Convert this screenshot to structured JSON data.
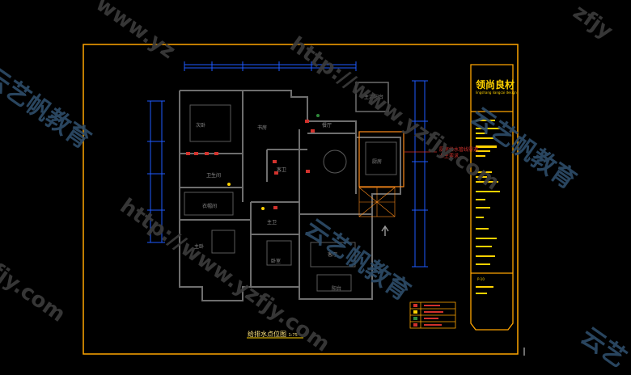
{
  "drawing": {
    "title_block": {
      "brand": "领尚良材",
      "brand_sub": "lingshang liangcai design"
    },
    "plan_title": "给排水点位图",
    "plan_scale": "1:75",
    "annotation_red": [
      "厨房给水管线需遵",
      "业主要求"
    ],
    "room_labels": [
      "次卧",
      "书房",
      "卫生间",
      "客厅",
      "厨房",
      "餐厅",
      "主卧",
      "主卫",
      "阳台",
      "衣帽间",
      "生活阳台",
      "卧室",
      "客卫"
    ],
    "page_number": "P-10"
  },
  "watermarks": {
    "url_text": "http://www.yzfjy.com",
    "url_fragments": [
      "www.yz",
      "zfjy",
      "fjy.com"
    ],
    "school_name": "云艺帆教育",
    "school_fragment": "云艺"
  },
  "colors": {
    "background": "#000000",
    "frame": "#ffa500",
    "dimension": "#1e5aff",
    "walls": "#6e6e6e",
    "title_block": "#ffd200",
    "highlight": "#ff8c1a"
  }
}
